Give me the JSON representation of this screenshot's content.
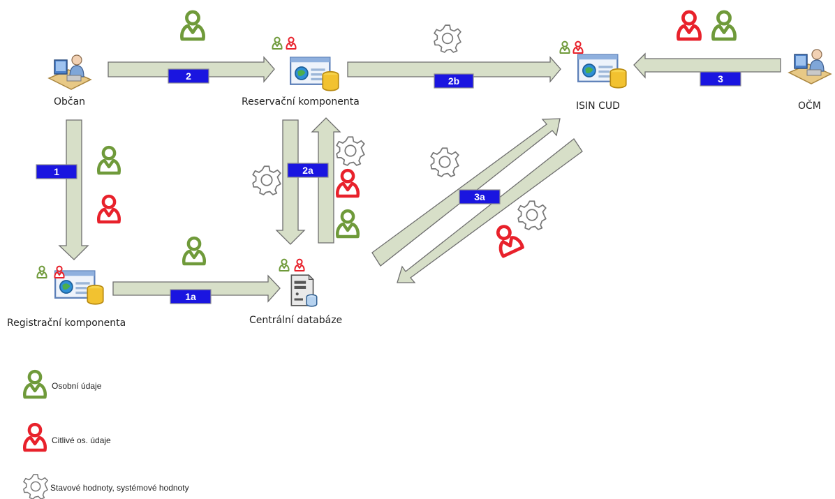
{
  "nodes": {
    "obcan": "Občan",
    "reservacni": "Reservační komponenta",
    "isin": "ISIN CUD",
    "ocm": "OČM",
    "registracni": "Registrační komponenta",
    "centralni": "Centrální databáze"
  },
  "flows": {
    "f1": "1",
    "f1a": "1a",
    "f2": "2",
    "f2a": "2a",
    "f2b": "2b",
    "f3": "3",
    "f3a": "3a"
  },
  "legend": {
    "personal": "Osobní údaje",
    "sensitive": "Citlivé os. údaje",
    "system": "Stavové hodnoty, systémové hodnoty"
  },
  "colors": {
    "personal": "#6f9a3a",
    "sensitive": "#e8212b",
    "gear": "#777777",
    "arrow_fill": "#d7dfc8",
    "arrow_stroke": "#6e6e6e",
    "badge_fill": "#1a15e0",
    "badge_text": "#ffffff"
  }
}
